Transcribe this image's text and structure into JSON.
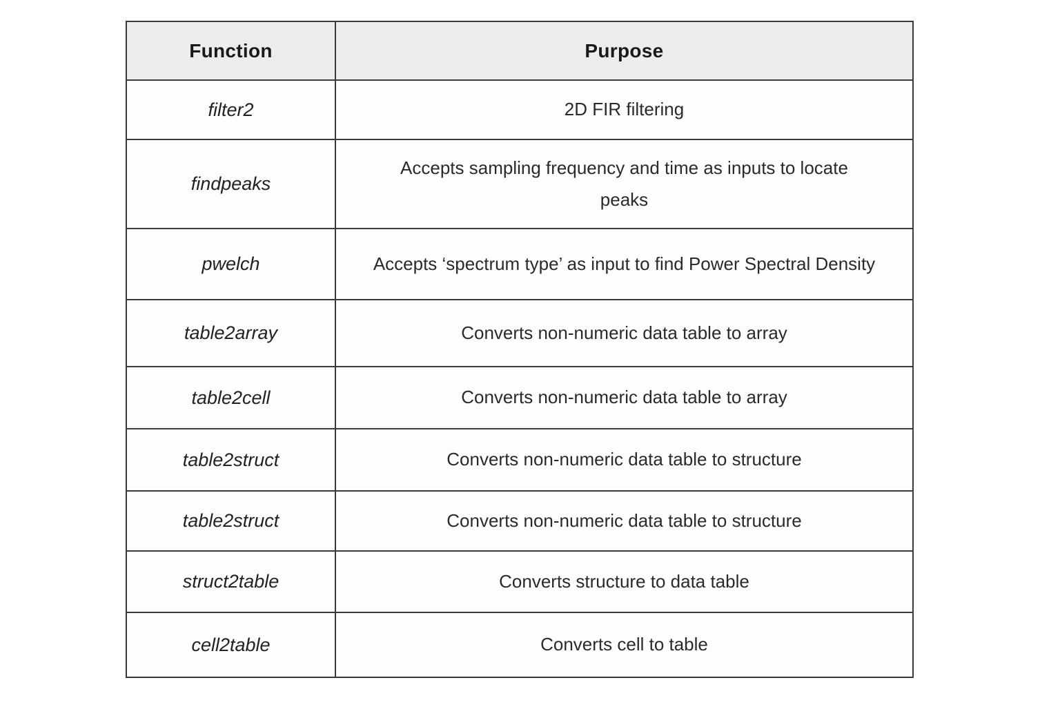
{
  "table": {
    "headers": {
      "function": "Function",
      "purpose": "Purpose"
    },
    "rows": [
      {
        "function": "filter2",
        "purpose": "2D FIR filtering"
      },
      {
        "function": "findpeaks",
        "purpose": "Accepts sampling frequency and time as inputs to locate\npeaks"
      },
      {
        "function": "pwelch",
        "purpose": "Accepts ‘spectrum type’ as input to find Power Spectral Density"
      },
      {
        "function": "table2array",
        "purpose": "Converts non-numeric data table to array"
      },
      {
        "function": "table2cell",
        "purpose": "Converts non-numeric data table to array"
      },
      {
        "function": "table2struct",
        "purpose": "Converts non-numeric data table to structure"
      },
      {
        "function": "table2struct",
        "purpose": "Converts non-numeric data table to structure"
      },
      {
        "function": "struct2table",
        "purpose": "Converts structure to data table"
      },
      {
        "function": "cell2table",
        "purpose": "Converts cell to table"
      }
    ]
  },
  "colors": {
    "border": "#3a3a3a",
    "header_background": "#ececec",
    "cell_background": "#fdfdfd",
    "text": "#1f1f1f"
  }
}
